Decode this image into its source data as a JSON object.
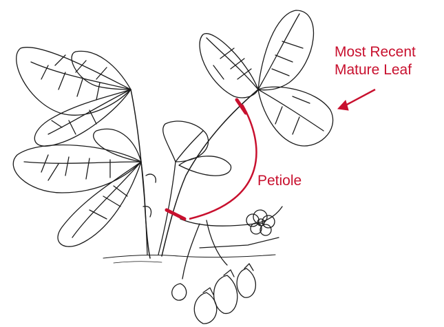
{
  "labels": {
    "leaf_line1": "Most Recent",
    "leaf_line2": "Mature Leaf",
    "petiole": "Petiole"
  },
  "colors": {
    "ink": "#1a1a1a",
    "accent": "#c8102e",
    "background": "#ffffff"
  }
}
